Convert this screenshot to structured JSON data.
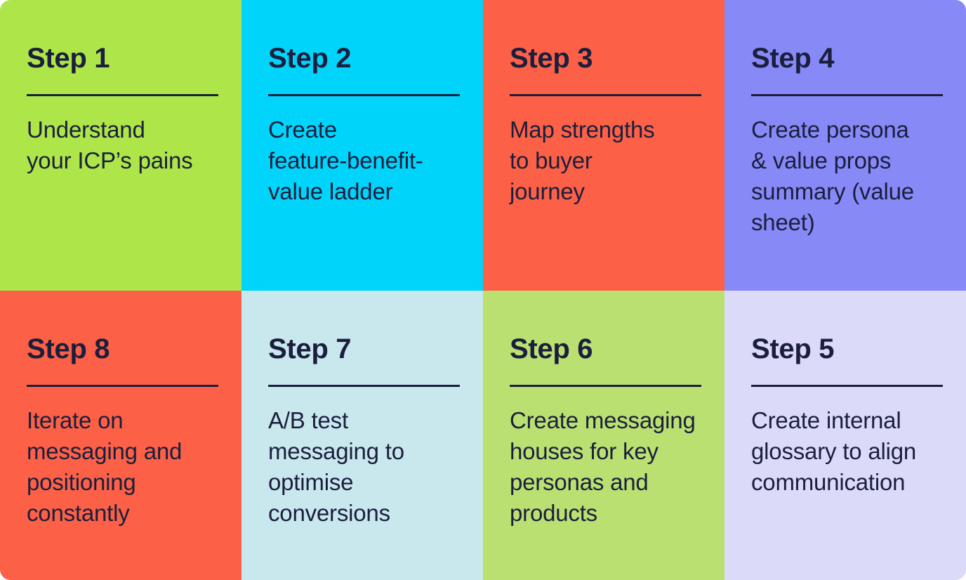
{
  "canvas": {
    "background": "#ffffff",
    "text_color": "#1B1E3D",
    "divider_color": "#1B1E3D"
  },
  "steps": [
    {
      "title": "Step 1",
      "body": "Understand\nyour ICP’s pains",
      "color": "#AEE64A",
      "row": 0,
      "col": 0,
      "arrow": "right"
    },
    {
      "title": "Step 2",
      "body": "Create\nfeature-benefit-\nvalue ladder",
      "color": "#00D4FA",
      "row": 0,
      "col": 1,
      "arrow": "right"
    },
    {
      "title": "Step 3",
      "body": "Map strengths\nto buyer\njourney",
      "color": "#FC6147",
      "row": 0,
      "col": 2,
      "arrow": "right"
    },
    {
      "title": "Step 4",
      "body": "Create persona\n& value props\nsummary (value\nsheet)",
      "color": "#8789F7",
      "row": 0,
      "col": 3,
      "arrow": "down"
    },
    {
      "title": "Step 5",
      "body": "Create internal\nglossary to align\ncommunication",
      "color": "#DBDBF9",
      "row": 1,
      "col": 3,
      "arrow": "left"
    },
    {
      "title": "Step 6",
      "body": "Create messaging\nhouses for key\npersonas and\nproducts",
      "color": "#BBE072",
      "row": 1,
      "col": 2,
      "arrow": "left"
    },
    {
      "title": "Step 7",
      "body": "A/B test\nmessaging to\noptimise\nconversions",
      "color": "#C8E8EE",
      "row": 1,
      "col": 1,
      "arrow": "left"
    },
    {
      "title": "Step 8",
      "body": "Iterate on\nmessaging and\npositioning\nconstantly",
      "color": "#FC6147",
      "row": 1,
      "col": 0,
      "arrow": "none"
    }
  ]
}
